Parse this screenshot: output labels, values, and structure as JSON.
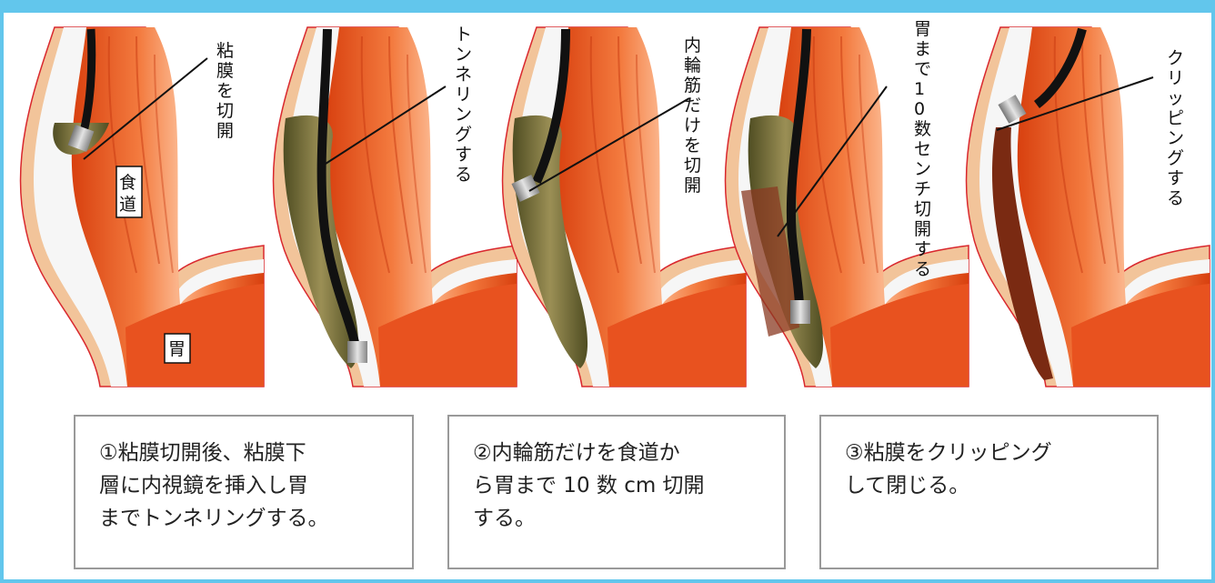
{
  "panels": [
    {
      "label": "粘膜を切開",
      "tag_esophagus": "食道",
      "tag_stomach": "胃"
    },
    {
      "label": "トンネリングする"
    },
    {
      "label": "内輪筋だけを切開"
    },
    {
      "label": "胃まで10数センチ切開する"
    },
    {
      "label": "クリッピングする"
    }
  ],
  "steps": [
    {
      "lines": [
        "①粘膜切開後、粘膜下",
        "層に内視鏡を挿入し胃",
        "までトンネリングする。"
      ]
    },
    {
      "lines": [
        "②内輪筋だけを食道か",
        "ら胃まで 10 数 cm 切開",
        "する。"
      ]
    },
    {
      "lines": [
        "③粘膜をクリッピング",
        "して閉じる。"
      ]
    }
  ],
  "colors": {
    "frame": "#62c6ec",
    "muscle": "#e8521f",
    "tunnel": "#6b6a34",
    "scope": "#111111",
    "tip": "#aaaaaa"
  }
}
